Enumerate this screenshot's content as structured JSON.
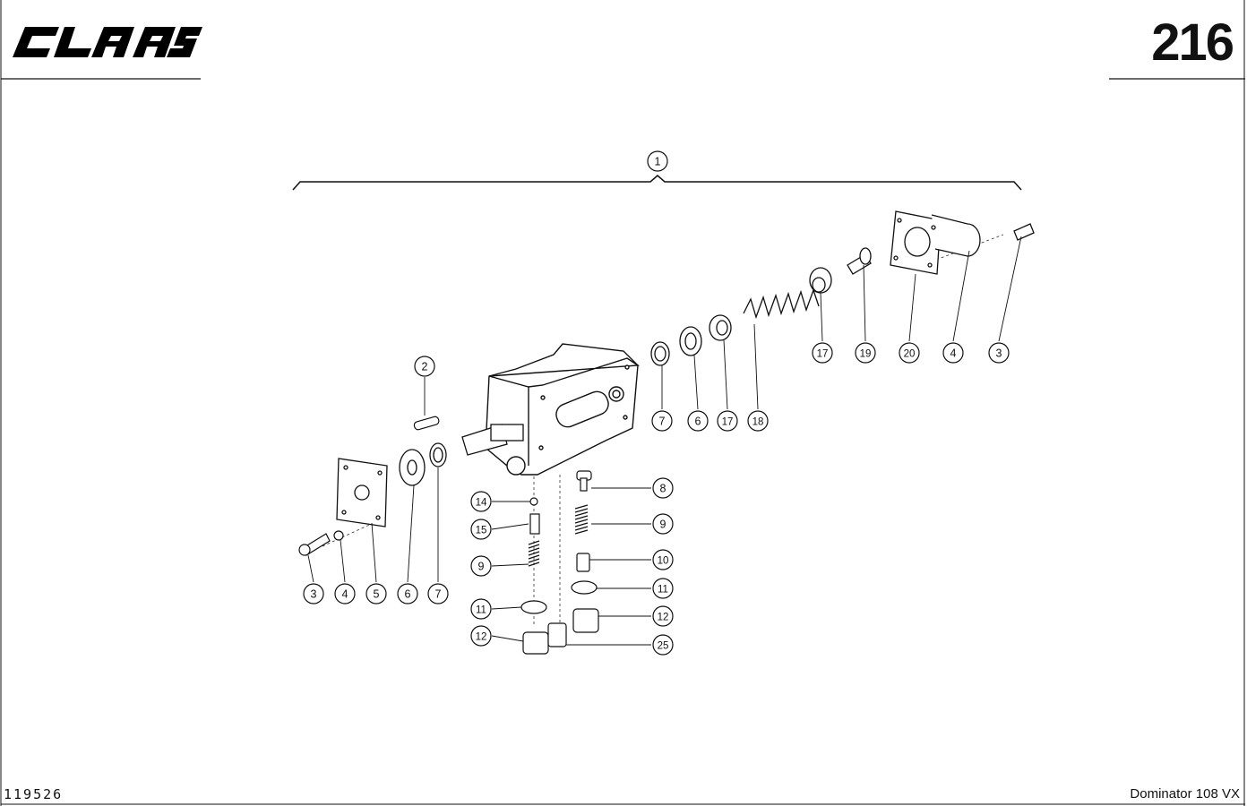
{
  "header": {
    "brand": "CLAAS",
    "page_number": "216"
  },
  "footer": {
    "drawing_number": "119526",
    "model": "Dominator 108 VX"
  },
  "callouts": [
    {
      "label": "1"
    },
    {
      "label": "2"
    },
    {
      "label": "7"
    },
    {
      "label": "6"
    },
    {
      "label": "17"
    },
    {
      "label": "18"
    },
    {
      "label": "17"
    },
    {
      "label": "19"
    },
    {
      "label": "20"
    },
    {
      "label": "4"
    },
    {
      "label": "3"
    },
    {
      "label": "3"
    },
    {
      "label": "4"
    },
    {
      "label": "5"
    },
    {
      "label": "6"
    },
    {
      "label": "7"
    },
    {
      "label": "14"
    },
    {
      "label": "15"
    },
    {
      "label": "9"
    },
    {
      "label": "11"
    },
    {
      "label": "12"
    },
    {
      "label": "8"
    },
    {
      "label": "9"
    },
    {
      "label": "10"
    },
    {
      "label": "11"
    },
    {
      "label": "12"
    },
    {
      "label": "25"
    }
  ]
}
